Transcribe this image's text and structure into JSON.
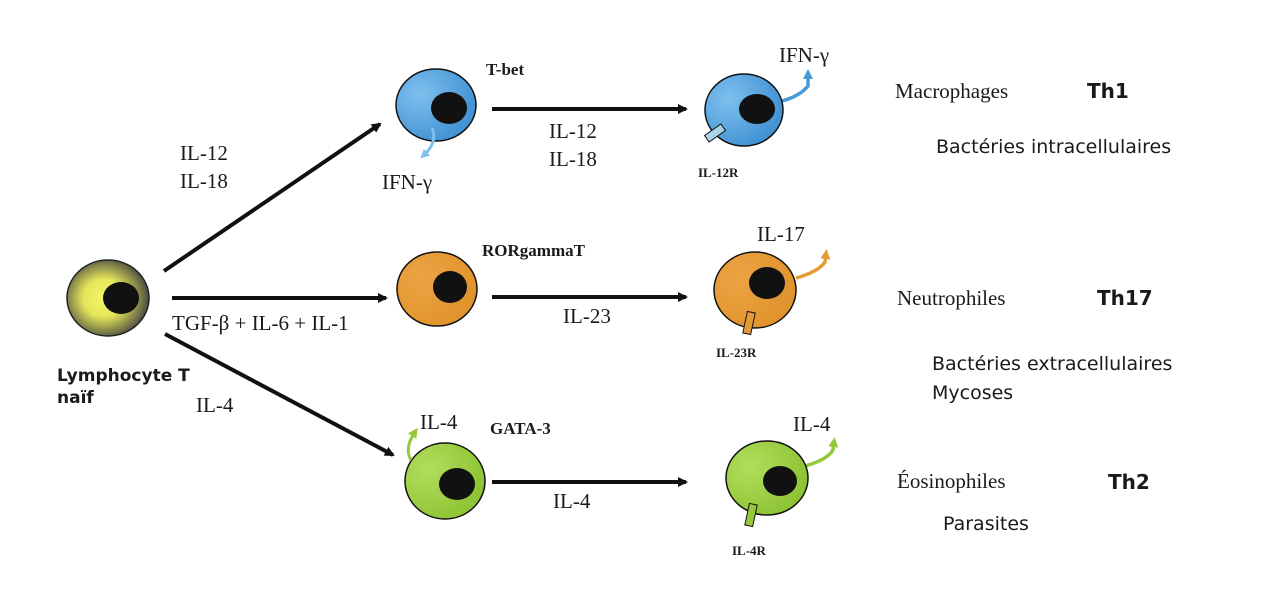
{
  "diagram": {
    "colors": {
      "th1": "#4a9ad8",
      "th1_light": "#7ec0ee",
      "th1_receptor": "#a8d4e6",
      "th17": "#e49a36",
      "th2": "#95c83a",
      "th2_light": "#a8d94e",
      "naive_center": "#f2f25a",
      "naive_edge": "#4a4a42",
      "nucleus": "#111111",
      "arrow": "#111111"
    },
    "naive_cell": {
      "label_line1": "Lymphocyte T",
      "label_line2": "naïf"
    },
    "branches": [
      {
        "id": "th1",
        "stimulus_lines": [
          "IL-12",
          "IL-18"
        ],
        "transcription_factor": "T-bet",
        "autocrine_cytokine": "IFN-γ",
        "amplification_lines": [
          "IL-12",
          "IL-18"
        ],
        "receptor_label": "IL-12R",
        "secreted_cytokine": "IFN-γ",
        "target_cell": "Macrophages",
        "subset_label": "Th1",
        "pathogens": [
          "Bactéries intracellulaires"
        ]
      },
      {
        "id": "th17",
        "stimulus_lines": [
          "TGF-β + IL-6 + IL-1"
        ],
        "transcription_factor": "RORgammaT",
        "amplification_lines": [
          "IL-23"
        ],
        "receptor_label": "IL-23R",
        "secreted_cytokine": "IL-17",
        "target_cell": "Neutrophiles",
        "subset_label": "Th17",
        "pathogens": [
          "Bactéries extracellulaires",
          "Mycoses"
        ]
      },
      {
        "id": "th2",
        "stimulus_lines": [
          "IL-4"
        ],
        "transcription_factor": "GATA-3",
        "autocrine_cytokine": "IL-4",
        "amplification_lines": [
          "IL-4"
        ],
        "receptor_label": "IL-4R",
        "secreted_cytokine": "IL-4",
        "target_cell": "Éosinophiles",
        "subset_label": "Th2",
        "pathogens": [
          "Parasites"
        ]
      }
    ]
  }
}
